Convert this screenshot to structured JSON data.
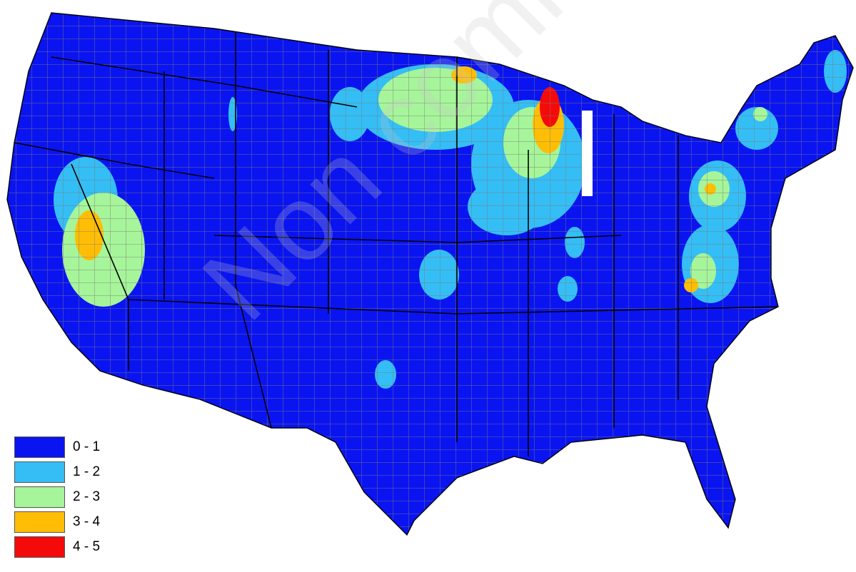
{
  "map": {
    "colors": {
      "0-1": "#0a14f0",
      "1-2": "#34bef5",
      "2-3": "#a6f59a",
      "3-4": "#ffbe05",
      "4-5": "#f50a0a",
      "county_lines": "#7a7a7a",
      "state_lines": "#000000"
    }
  },
  "legend": [
    {
      "label": "0 - 1",
      "color": "#0a14f0"
    },
    {
      "label": "1 - 2",
      "color": "#34bef5"
    },
    {
      "label": "2 - 3",
      "color": "#a6f59a"
    },
    {
      "label": "3 - 4",
      "color": "#ffbe05"
    },
    {
      "label": "4 - 5",
      "color": "#f50a0a"
    }
  ],
  "watermark": "Non commercial use only"
}
